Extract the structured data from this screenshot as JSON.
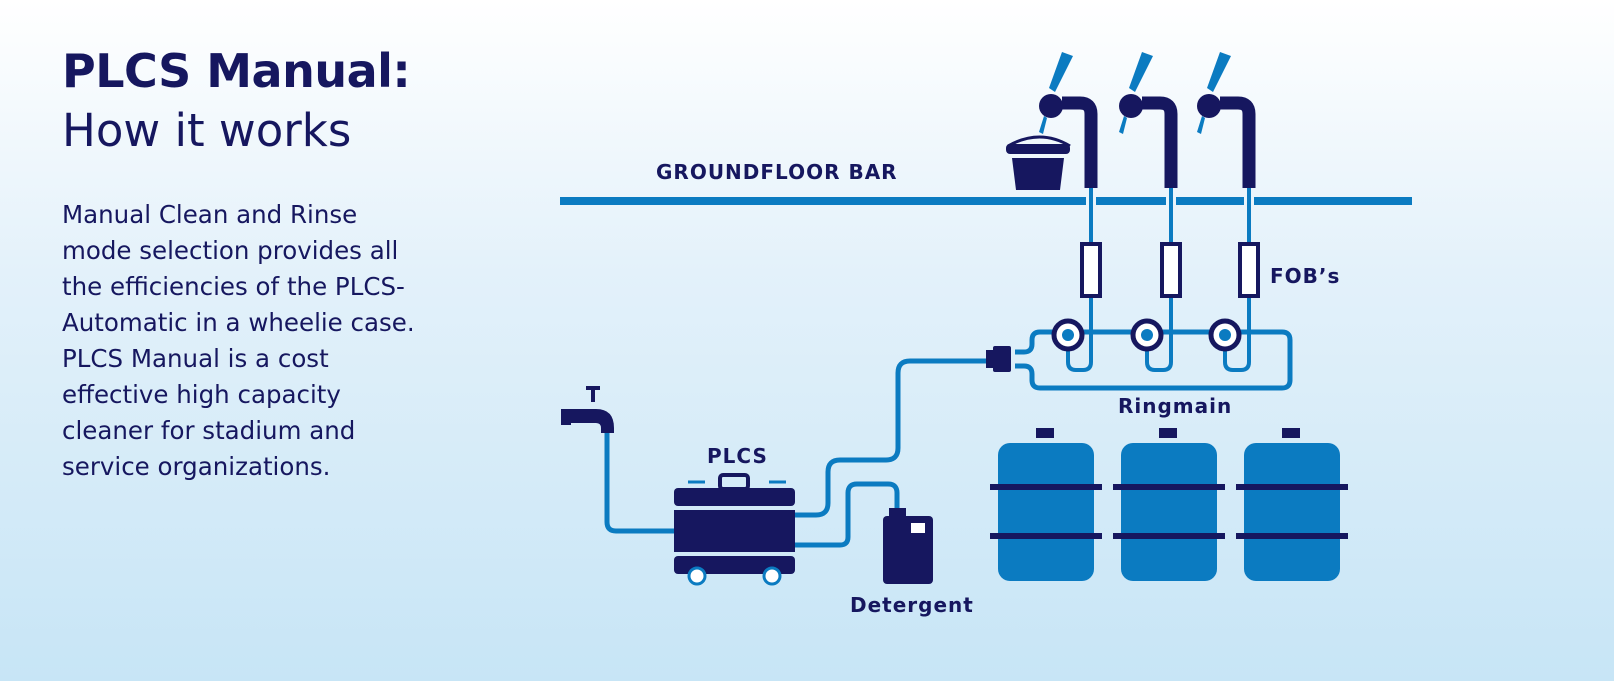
{
  "heading": {
    "title": "PLCS Manual:",
    "subtitle": "How it works"
  },
  "description": "Manual Clean and Rinse mode selection provides all the efficiencies of the PLCS-Automatic in a wheelie case. PLCS Manual is a cost effective high capacity cleaner for stadium and service organizations.",
  "labels": {
    "groundfloor_bar": "GROUNDFLOOR BAR",
    "fobs": "FOB’s",
    "ringmain": "Ringmain",
    "plcs": "PLCS",
    "detergent": "Detergent"
  },
  "colors": {
    "navy": "#16175f",
    "blue": "#0b7bc1",
    "background_top": "#ffffff",
    "background_bottom": "#c7e5f6"
  },
  "icons": [
    "water-tap-icon",
    "plcs-case-icon",
    "detergent-container-icon",
    "keg-icon",
    "beer-tap-icon",
    "bucket-icon",
    "fob-icon",
    "ringmain-valve-icon",
    "connector-icon"
  ]
}
